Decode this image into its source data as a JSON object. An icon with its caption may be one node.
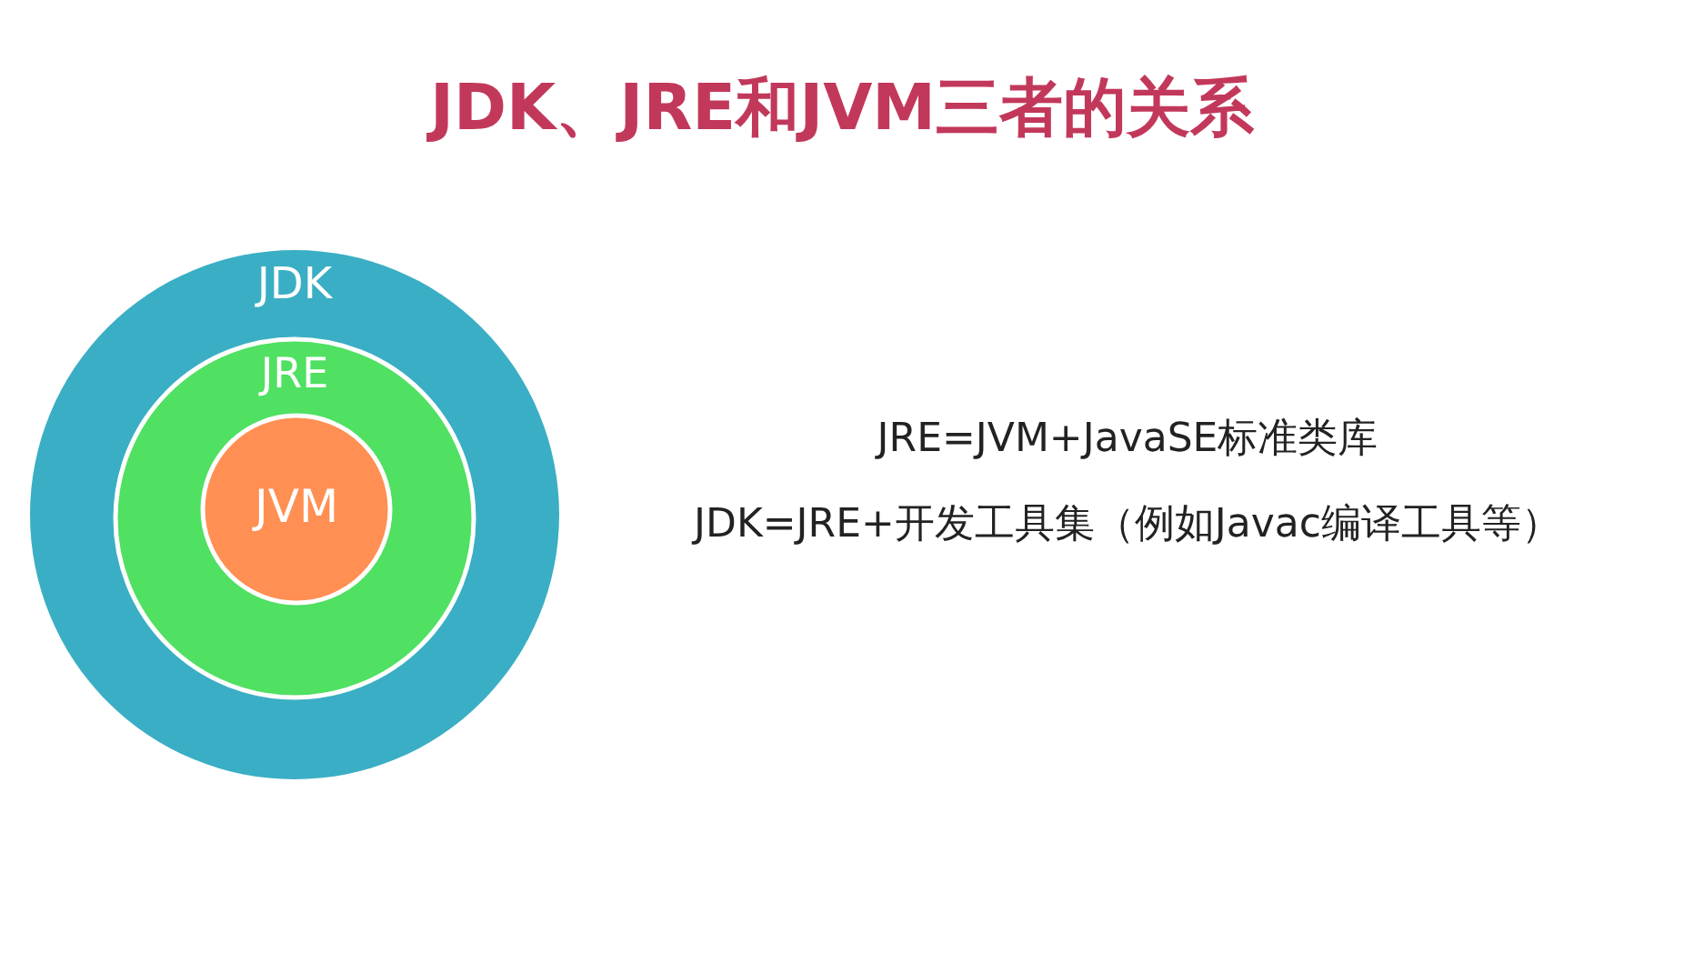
{
  "diagram": {
    "title": "JDK、JRE和JVM三者的关系",
    "nodes": [
      {
        "text": [
          "JDK"
        ]
      },
      {
        "text": [
          "JRE"
        ],
        "in": 0
      },
      {
        "text": [
          "JVM"
        ],
        "in": 1
      }
    ],
    "labels": [
      "JRE=JVM+JavaSE标准类库",
      "JDK=JRE+开发工具集（例如Javac编译工具等）"
    ]
  }
}
